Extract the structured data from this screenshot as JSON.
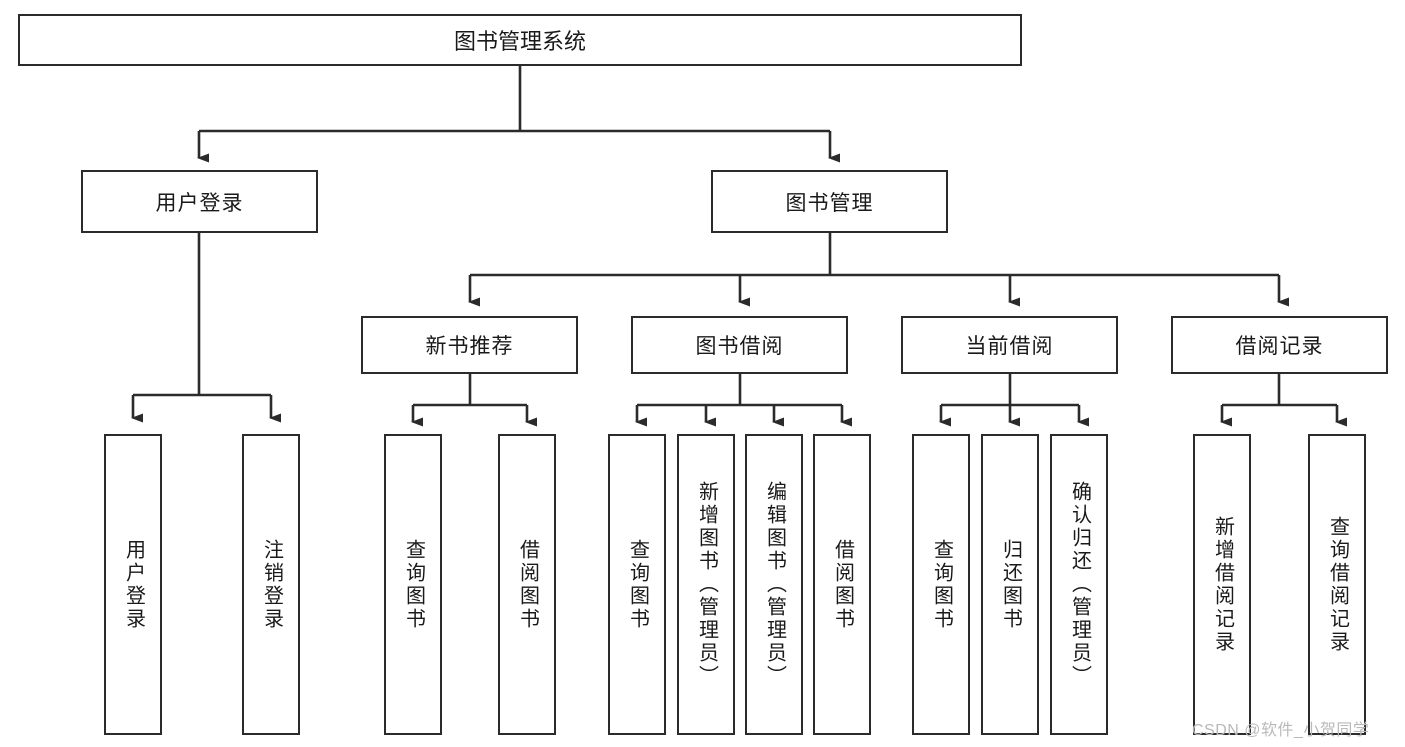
{
  "diagram": {
    "type": "tree-hierarchy",
    "title": "图书管理系统",
    "root": {
      "id": "root",
      "label": "图书管理系统"
    },
    "level2": [
      {
        "id": "user-login",
        "label": "用户登录"
      },
      {
        "id": "book-management",
        "label": "图书管理"
      }
    ],
    "level3": [
      {
        "id": "new-book-recommend",
        "label": "新书推荐",
        "parent": "book-management"
      },
      {
        "id": "book-borrow",
        "label": "图书借阅",
        "parent": "book-management"
      },
      {
        "id": "current-borrow",
        "label": "当前借阅",
        "parent": "book-management"
      },
      {
        "id": "borrow-record",
        "label": "借阅记录",
        "parent": "book-management"
      }
    ],
    "leaves": [
      {
        "id": "leaf-user-login",
        "label": "用户登录",
        "parent": "user-login"
      },
      {
        "id": "leaf-logout-login",
        "label": "注销登录",
        "parent": "user-login"
      },
      {
        "id": "leaf-query-book-1",
        "label": "查询图书",
        "parent": "new-book-recommend"
      },
      {
        "id": "leaf-borrow-book-1",
        "label": "借阅图书",
        "parent": "new-book-recommend"
      },
      {
        "id": "leaf-query-book-2",
        "label": "查询图书",
        "parent": "book-borrow"
      },
      {
        "id": "leaf-add-book",
        "label": "新增图书（管理员）",
        "parent": "book-borrow"
      },
      {
        "id": "leaf-edit-book",
        "label": "编辑图书（管理员）",
        "parent": "book-borrow"
      },
      {
        "id": "leaf-borrow-book-2",
        "label": "借阅图书",
        "parent": "book-borrow"
      },
      {
        "id": "leaf-query-book-3",
        "label": "查询图书",
        "parent": "current-borrow"
      },
      {
        "id": "leaf-return-book",
        "label": "归还图书",
        "parent": "current-borrow"
      },
      {
        "id": "leaf-confirm-return",
        "label": "确认归还（管理员）",
        "parent": "current-borrow"
      },
      {
        "id": "leaf-add-record",
        "label": "新增借阅记录",
        "parent": "borrow-record"
      },
      {
        "id": "leaf-query-record",
        "label": "查询借阅记录",
        "parent": "borrow-record"
      }
    ]
  },
  "watermark": {
    "text": "CSDN @软件_小贺同学"
  },
  "colors": {
    "stroke": "#2b2b2b",
    "background": "#ffffff",
    "text": "#1a1a1a",
    "watermark": "#b9b9b9"
  }
}
